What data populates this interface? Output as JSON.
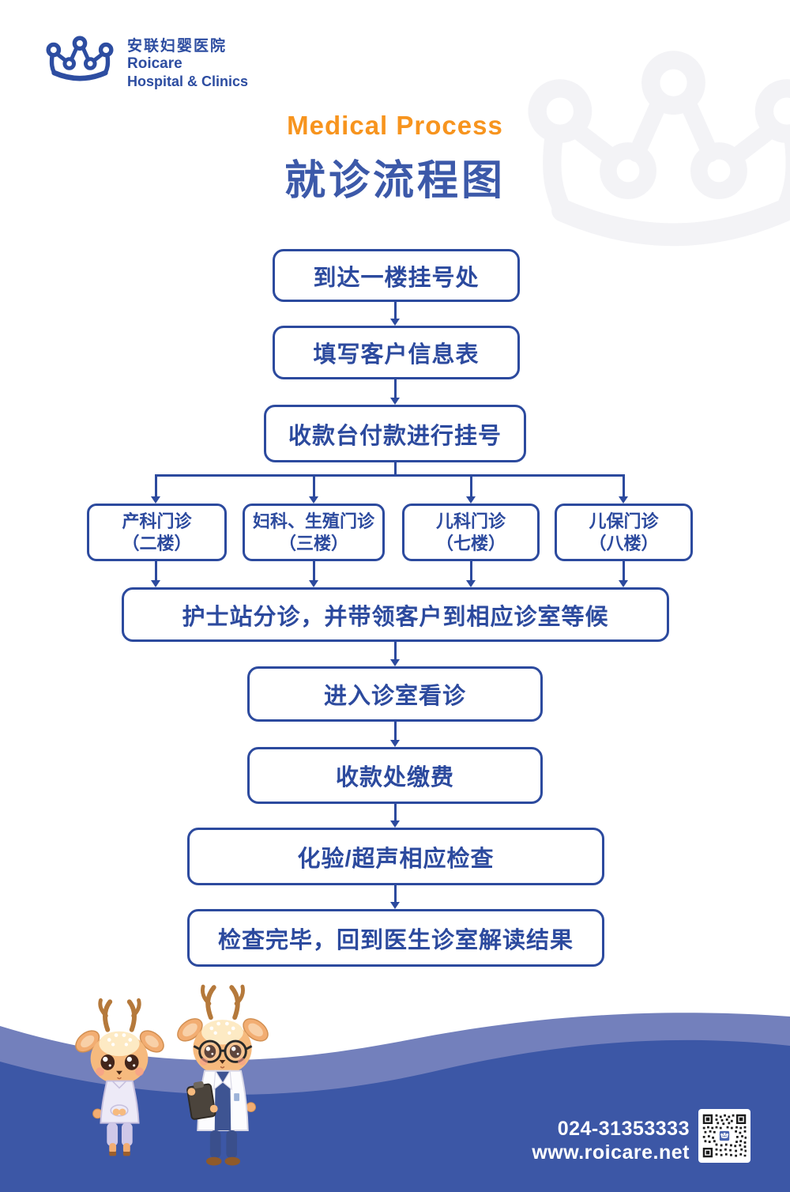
{
  "brand": {
    "name_cn": "安联妇婴医院",
    "name_en_line1": "Roicare",
    "name_en_line2": "Hospital & Clinics"
  },
  "title": {
    "en": "Medical Process",
    "cn": "就诊流程图"
  },
  "flow": {
    "top_steps": [
      "到达一楼挂号处",
      "填写客户信息表",
      "收款台付款进行挂号"
    ],
    "branches": [
      {
        "name": "产科门诊",
        "floor": "（二楼）"
      },
      {
        "name": "妇科、生殖门诊",
        "floor": "（三楼）"
      },
      {
        "name": "儿科门诊",
        "floor": "（七楼）"
      },
      {
        "name": "儿保门诊",
        "floor": "（八楼）"
      }
    ],
    "merge_step": "护士站分诊，并带领客户到相应诊室等候",
    "bottom_steps": [
      "进入诊室看诊",
      "收款处缴费",
      "化验/超声相应检查",
      "检查完毕，回到医生诊室解读结果"
    ]
  },
  "footer": {
    "phone": "024-31353333",
    "website": "www.roicare.net"
  },
  "icons": {
    "logo": "crown-icon",
    "watermark": "crown-watermark-icon",
    "qr": "qr-code",
    "mascots": [
      "nurse-deer-mascot",
      "doctor-deer-mascot"
    ]
  },
  "colors": {
    "primary_blue": "#2c4a9e",
    "logo_blue": "#2d4da1",
    "title_orange": "#f7941e",
    "wave_light": "#7380bc",
    "wave_dark": "#3c57a6"
  }
}
